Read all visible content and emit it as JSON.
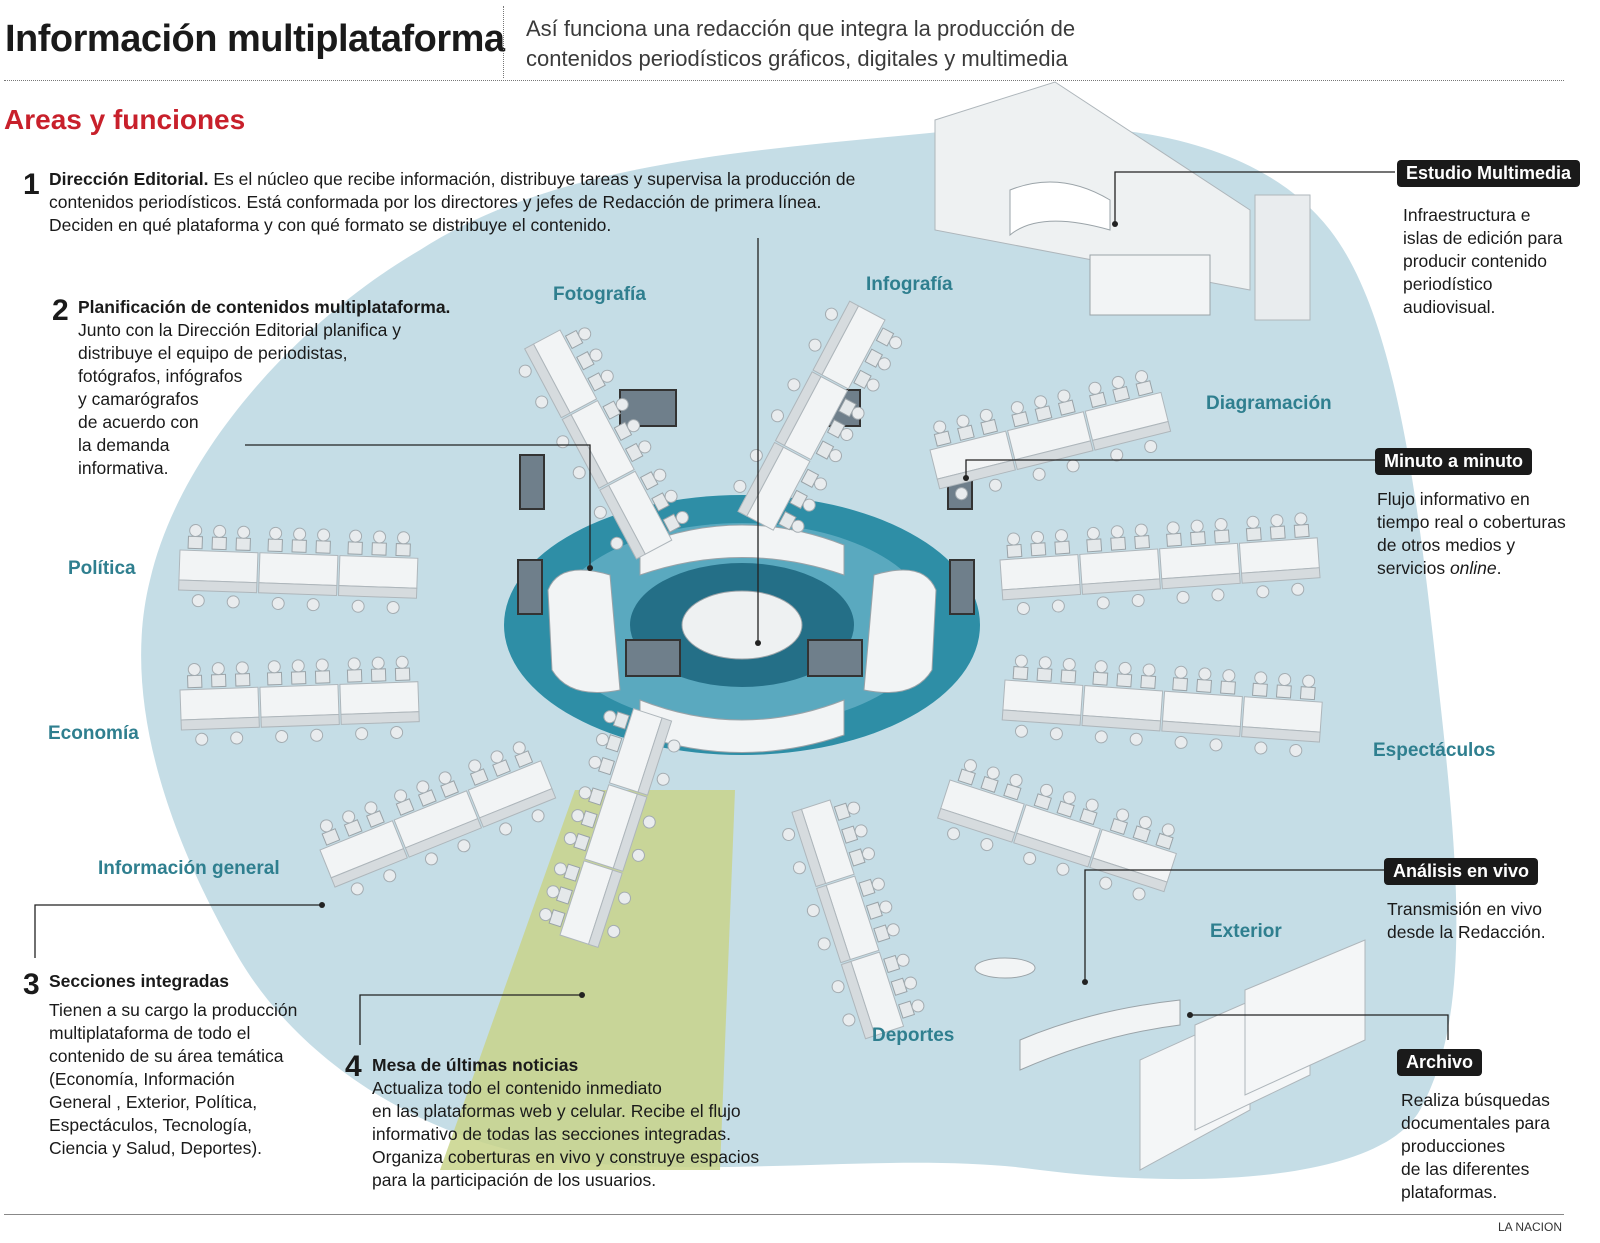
{
  "header": {
    "title": "Información multiplataforma",
    "subtitle_line1": "Así funciona una redacción que integra la producción de",
    "subtitle_line2": "contenidos periodísticos gráficos, digitales y multimedia"
  },
  "section_heading": "Areas y funciones",
  "items": [
    {
      "number": "1",
      "heading": "Dirección Editorial.",
      "text": " Es el núcleo que recibe información, distribuye tareas y supervisa la producción de contenidos periodísticos. Está conformada por los directores y jefes de Redacción de primera línea. Deciden en qué plataforma y con qué formato se distribuye el contenido."
    },
    {
      "number": "2",
      "heading": "Planificación de contenidos multiplataforma.",
      "lines": [
        "Junto con la Dirección Editorial planifica y",
        "distribuye el equipo de periodistas,",
        "fotógrafos, infógrafos",
        "y camarógrafos",
        "de acuerdo con",
        "la demanda",
        "informativa."
      ]
    },
    {
      "number": "3",
      "heading": "Secciones integradas",
      "lines": [
        "Tienen a su cargo la producción",
        "multiplataforma de todo el",
        "contenido de su área temática",
        "(Economía, Información",
        "General , Exterior, Política,",
        "Espectáculos, Tecnología,",
        "Ciencia y Salud, Deportes)."
      ]
    },
    {
      "number": "4",
      "heading": "Mesa de últimas noticias",
      "lines": [
        "Actualiza todo el contenido inmediato",
        "en las plataformas web y celular. Recibe el flujo",
        "informativo de todas las secciones integradas.",
        "Organiza coberturas en vivo y construye espacios",
        "para la participación de los usuarios."
      ]
    }
  ],
  "areas": {
    "fotografia": "Fotografía",
    "infografia": "Infografía",
    "diagramacion": "Diagramación",
    "politica": "Política",
    "economia": "Economía",
    "informacion_general": "Información general",
    "espectaculos": "Espectáculos",
    "exterior": "Exterior",
    "deportes": "Deportes"
  },
  "callouts": [
    {
      "tag": "Estudio Multimedia",
      "lines": [
        "Infraestructura e",
        "islas de edición para",
        "producir contenido",
        "periodístico",
        "audiovisual."
      ]
    },
    {
      "tag": "Minuto a minuto",
      "lines": [
        "Flujo informativo en",
        "tiempo real o coberturas",
        "de otros medios y"
      ],
      "last_prefix": "servicios ",
      "last_italic": "online",
      "last_suffix": "."
    },
    {
      "tag": "Análisis en vivo",
      "lines": [
        "Transmisión en vivo",
        "desde la Redacción."
      ]
    },
    {
      "tag": "Archivo",
      "lines": [
        "Realiza búsquedas",
        "documentales para",
        "producciones",
        "de las diferentes",
        "plataformas."
      ]
    }
  ],
  "credit": "LA NACION",
  "colors": {
    "accent_red": "#c8202b",
    "floor_blue": "#c5dde6",
    "ring_teal": "#2e8ea6",
    "label_teal": "#2f7f8f",
    "news_green": "#c8d48a"
  }
}
